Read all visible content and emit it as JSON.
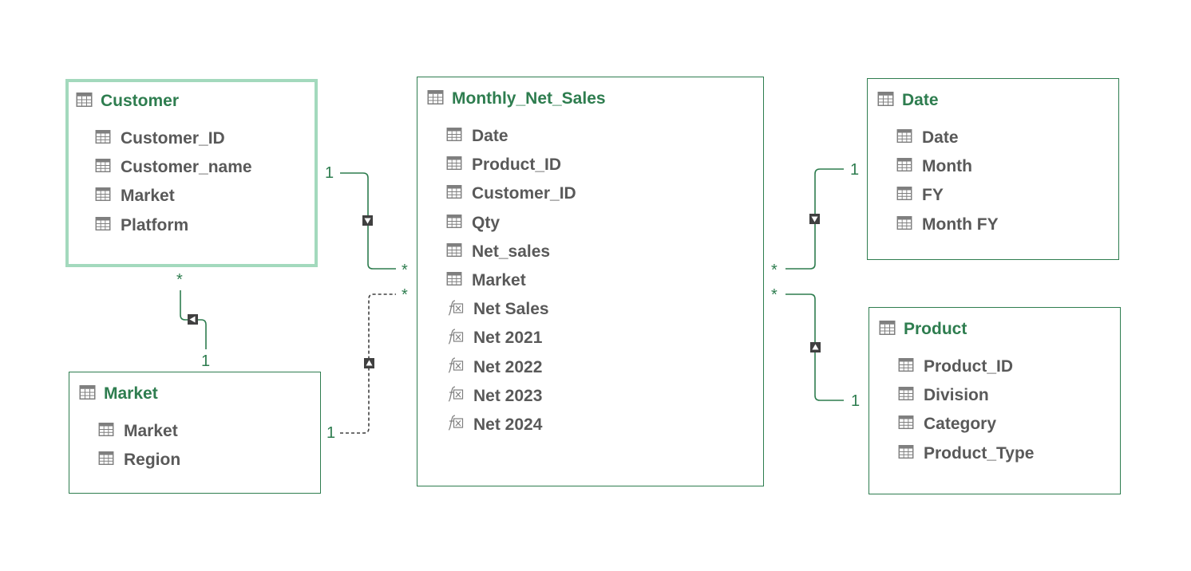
{
  "tables": {
    "customer": {
      "title": "Customer",
      "fields": [
        "Customer_ID",
        "Customer_name",
        "Market",
        "Platform"
      ]
    },
    "market": {
      "title": "Market",
      "fields": [
        "Market",
        "Region"
      ]
    },
    "monthly": {
      "title": "Monthly_Net_Sales",
      "fields": [
        "Date",
        "Product_ID",
        "Customer_ID",
        "Qty",
        "Net_sales",
        "Market"
      ],
      "measures": [
        "Net Sales",
        "Net 2021",
        "Net 2022",
        "Net 2023",
        "Net 2024"
      ]
    },
    "date": {
      "title": "Date",
      "fields": [
        "Date",
        "Month",
        "FY",
        "Month FY"
      ]
    },
    "product": {
      "title": "Product",
      "fields": [
        "Product_ID",
        "Division",
        "Category",
        "Product_Type"
      ]
    }
  },
  "relationships": {
    "customer_monthly": {
      "one": "1",
      "many": "*",
      "filter_icon": "arrow-down-icon",
      "line_style": "solid"
    },
    "market_monthly": {
      "one": "1",
      "many": "*",
      "filter_icon": "arrow-up-icon",
      "line_style": "dashed"
    },
    "customer_market": {
      "one": "1",
      "many": "*",
      "filter_icon": "arrow-left-icon",
      "line_style": "solid"
    },
    "date_monthly": {
      "one": "1",
      "many": "*",
      "filter_icon": "arrow-down-icon",
      "line_style": "solid"
    },
    "product_monthly": {
      "one": "1",
      "many": "*",
      "filter_icon": "arrow-up-icon",
      "line_style": "solid"
    }
  },
  "colors": {
    "accent": "#2e7d4f",
    "selected_border": "#a3d9bd",
    "field_text": "#595959",
    "icon": "#7f7f7f",
    "connector_marker": "#404040"
  }
}
